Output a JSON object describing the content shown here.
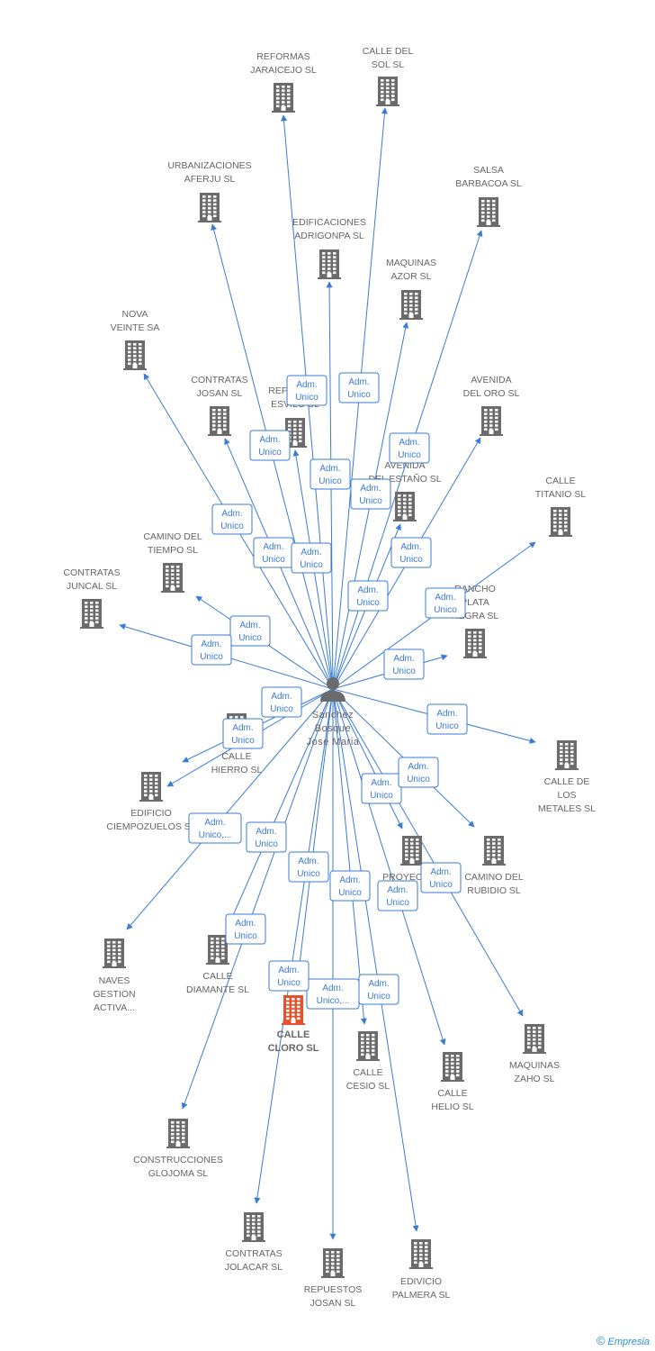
{
  "center": {
    "lines": [
      "Sanchez",
      "Bosque",
      "Jose Maria"
    ]
  },
  "colors": {
    "edge": "#3a7bd5",
    "building": "#6b6b6b",
    "highlight": "#e8502a",
    "label": "#666666"
  },
  "footer": {
    "copyright": "©",
    "brand": "Empresia"
  },
  "nodes": [
    {
      "id": "reformas-jaraicejo",
      "lines": [
        "REFORMAS",
        "JARAICEJO SL"
      ]
    },
    {
      "id": "calle-del-sol",
      "lines": [
        "CALLE DEL",
        "SOL SL"
      ]
    },
    {
      "id": "urbanizaciones-aferju",
      "lines": [
        "URBANIZACIONES",
        "AFERJU SL"
      ]
    },
    {
      "id": "salsa-barbacoa",
      "lines": [
        "SALSA",
        "BARBACOA SL"
      ]
    },
    {
      "id": "edificaciones-adrigonpa",
      "lines": [
        "EDIFICACIONES",
        "ADRIGONPA SL"
      ]
    },
    {
      "id": "maquinas-azor",
      "lines": [
        "MAQUINAS",
        "AZOR  SL"
      ]
    },
    {
      "id": "nova-veinte",
      "lines": [
        "NOVA",
        "VEINTE SA"
      ]
    },
    {
      "id": "contratas-josan",
      "lines": [
        "CONTRATAS",
        "JOSAN  SL"
      ]
    },
    {
      "id": "reformas-esvil",
      "lines": [
        "REFORMAS",
        "ESVILO SL"
      ]
    },
    {
      "id": "avenida-del-oro",
      "lines": [
        "AVENIDA",
        "DEL ORO SL"
      ]
    },
    {
      "id": "avenida-del-estano",
      "lines": [
        "AVENIDA",
        "DEL ESTAÑO SL"
      ]
    },
    {
      "id": "calle-titanio",
      "lines": [
        "CALLE",
        "TITANIO SL"
      ]
    },
    {
      "id": "camino-del-tiempo",
      "lines": [
        "CAMINO DEL",
        "TIEMPO SL"
      ]
    },
    {
      "id": "contratas-juncal",
      "lines": [
        "CONTRATAS",
        "JUNCAL SL"
      ]
    },
    {
      "id": "rancho-plata",
      "lines": [
        "RANCHO",
        "PLATA",
        "NEGRA  SL"
      ]
    },
    {
      "id": "calle-hierro",
      "lines": [
        "CALLE",
        "HIERRO SL"
      ]
    },
    {
      "id": "calle-de-los-metales",
      "lines": [
        "CALLE DE",
        "LOS",
        "METALES SL"
      ]
    },
    {
      "id": "edificio-ciempozuelos",
      "lines": [
        "EDIFICIO",
        "CIEMPOZUELOS SL"
      ]
    },
    {
      "id": "proyectos",
      "lines": [
        "PROYECTOS",
        "SL"
      ]
    },
    {
      "id": "camino-del-rubidio",
      "lines": [
        "CAMINO DEL",
        "RUBIDIO SL"
      ]
    },
    {
      "id": "naves-gestion",
      "lines": [
        "NAVES",
        "GESTION",
        "ACTIVA..."
      ]
    },
    {
      "id": "calle-diamante",
      "lines": [
        "CALLE",
        "DIAMANTE SL"
      ]
    },
    {
      "id": "calle-cloro",
      "lines": [
        "CALLE",
        "CLORO SL"
      ]
    },
    {
      "id": "calle-cesio",
      "lines": [
        "CALLE",
        "CESIO SL"
      ]
    },
    {
      "id": "maquinas-zaho",
      "lines": [
        "MAQUINAS",
        "ZAHO  SL"
      ]
    },
    {
      "id": "calle-helio",
      "lines": [
        "CALLE",
        "HELIO SL"
      ]
    },
    {
      "id": "construcciones-glojoma",
      "lines": [
        "CONSTRUCCIONES",
        "GLOJOMA SL"
      ]
    },
    {
      "id": "contratas-jolacar",
      "lines": [
        "CONTRATAS",
        "JOLACAR SL"
      ]
    },
    {
      "id": "repuestos-josan",
      "lines": [
        "REPUESTOS",
        "JOSAN  SL"
      ]
    },
    {
      "id": "edivicio-palmera",
      "lines": [
        "EDIVICIO",
        "PALMERA SL"
      ]
    }
  ],
  "edges": [
    {
      "target": "reformas-jaraicejo",
      "lines": [
        "Adm.",
        "Unico"
      ]
    },
    {
      "target": "calle-del-sol",
      "lines": [
        "Adm.",
        "Unico"
      ]
    },
    {
      "target": "urbanizaciones-aferju",
      "lines": [
        "Adm.",
        "Unico"
      ]
    },
    {
      "target": "salsa-barbacoa",
      "lines": [
        "Adm.",
        "Unico"
      ]
    },
    {
      "target": "edificaciones-adrigonpa",
      "lines": [
        "Adm.",
        "Unico"
      ]
    },
    {
      "target": "maquinas-azor",
      "lines": [
        "Adm.",
        "Unico"
      ]
    },
    {
      "target": "nova-veinte",
      "lines": [
        "Adm.",
        "Unico"
      ]
    },
    {
      "target": "contratas-josan",
      "lines": [
        "Adm.",
        "Unico"
      ]
    },
    {
      "target": "reformas-esvil",
      "lines": [
        "Adm.",
        "Unico"
      ]
    },
    {
      "target": "avenida-del-oro",
      "lines": [
        "Adm.",
        "Unico"
      ]
    },
    {
      "target": "avenida-del-estano",
      "lines": [
        "Adm.",
        "Unico"
      ]
    },
    {
      "target": "calle-titanio",
      "lines": [
        "Adm.",
        "Unico"
      ]
    },
    {
      "target": "camino-del-tiempo",
      "lines": [
        "Adm.",
        "Unico"
      ]
    },
    {
      "target": "contratas-juncal",
      "lines": [
        "Adm.",
        "Unico"
      ]
    },
    {
      "target": "rancho-plata",
      "lines": [
        "Adm.",
        "Unico"
      ]
    },
    {
      "target": "calle-hierro",
      "lines": [
        "Adm.",
        "Unico"
      ]
    },
    {
      "target": "calle-de-los-metales",
      "lines": [
        "Adm.",
        "Unico"
      ]
    },
    {
      "target": "edificio-ciempozuelos",
      "lines": [
        "Adm.",
        "Unico"
      ]
    },
    {
      "target": "proyectos",
      "lines": [
        "Adm.",
        "Unico"
      ]
    },
    {
      "target": "camino-del-rubidio",
      "lines": [
        "Adm.",
        "Unico"
      ]
    },
    {
      "target": "naves-gestion",
      "lines": [
        "Adm.",
        "Unico,..."
      ]
    },
    {
      "target": "calle-diamante",
      "lines": [
        "Adm.",
        "Unico"
      ]
    },
    {
      "target": "calle-cloro",
      "lines": [
        "Adm.",
        "Unico"
      ]
    },
    {
      "target": "calle-cesio",
      "lines": [
        "Adm.",
        "Unico,..."
      ]
    },
    {
      "target": "maquinas-zaho",
      "lines": [
        "Adm.",
        "Unico"
      ]
    },
    {
      "target": "calle-helio",
      "lines": [
        "Adm.",
        "Unico"
      ]
    },
    {
      "target": "construcciones-glojoma",
      "lines": [
        "Adm.",
        "Unico"
      ]
    },
    {
      "target": "contratas-jolacar",
      "lines": [
        "Adm.",
        "Unico"
      ]
    },
    {
      "target": "repuestos-josan",
      "lines": [
        "Adm.",
        "Unico"
      ]
    },
    {
      "target": "edivicio-palmera",
      "lines": [
        "Adm.",
        "Unico"
      ]
    }
  ]
}
